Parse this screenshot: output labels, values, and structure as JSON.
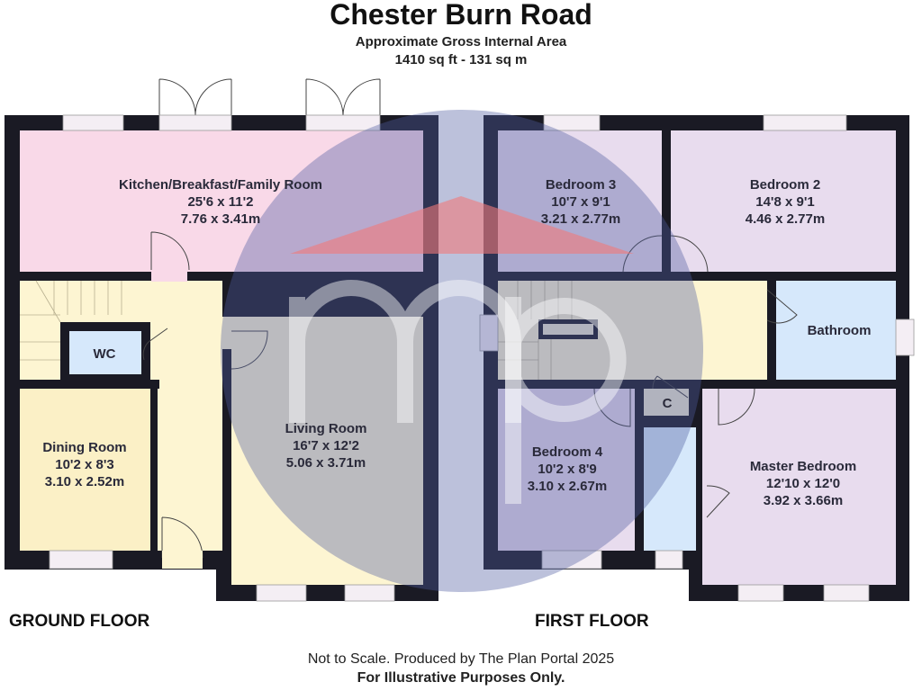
{
  "title": "Chester Burn Road",
  "subtitle": "Approximate Gross Internal Area",
  "area": "1410 sq ft - 131 sq m",
  "floors": [
    {
      "label": "GROUND FLOOR",
      "rooms": [
        {
          "name": "Kitchen/Breakfast/Family Room",
          "imperial": "25'6 x 11'2",
          "metric": "7.76 x 3.41m"
        },
        {
          "name": "Living Room",
          "imperial": "16'7 x 12'2",
          "metric": "5.06 x 3.71m"
        },
        {
          "name": "Dining Room",
          "imperial": "10'2 x 8'3",
          "metric": "3.10 x 2.52m"
        },
        {
          "name": "WC"
        }
      ]
    },
    {
      "label": "FIRST FLOOR",
      "rooms": [
        {
          "name": "Bedroom 3",
          "imperial": "10'7 x 9'1",
          "metric": "3.21 x 2.77m"
        },
        {
          "name": "Bedroom 2",
          "imperial": "14'8 x 9'1",
          "metric": "4.46 x 2.77m"
        },
        {
          "name": "Bathroom"
        },
        {
          "name": "Bedroom 4",
          "imperial": "10'2 x 8'9",
          "metric": "3.10 x 2.67m"
        },
        {
          "name": "Master Bedroom",
          "imperial": "12'10 x 12'0",
          "metric": "3.92 x 3.66m"
        },
        {
          "name": "C"
        }
      ]
    }
  ],
  "footer": {
    "line1": "Not to Scale. Produced by The Plan Portal 2025",
    "line2": "For Illustrative Purposes Only."
  },
  "colors": {
    "kitchen": "#f9d9e8",
    "hall": "#fdf5d2",
    "wc": "#d6e8fb",
    "bedroom": "#e8dcee",
    "watermark": "#4f5ca0",
    "watermark_roof": "#f07a7a"
  }
}
